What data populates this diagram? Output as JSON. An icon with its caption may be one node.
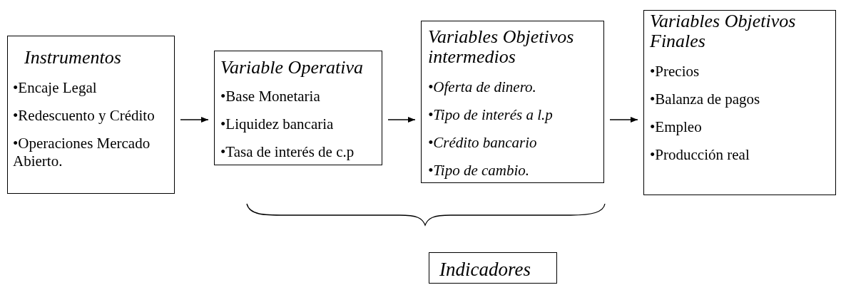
{
  "diagram": {
    "nodes": [
      {
        "text": [
          "Instrumentos",
          "•Encaje Legal",
          "•Redescuento y Crédito",
          "•Operaciones Mercado Abierto."
        ]
      },
      {
        "text": [
          "Variable Operativa",
          "•Base Monetaria",
          "•Liquidez bancaria",
          "•Tasa de interés de c.p"
        ]
      },
      {
        "text": [
          "Variables Objetivos intermedios",
          "•Oferta de dinero.",
          "•Tipo de interés a l.p",
          "•Crédito bancario",
          "•Tipo de cambio."
        ]
      },
      {
        "text": [
          "Variables Objetivos Finales",
          "•Precios",
          "•Balanza de pagos",
          "•Empleo",
          "•Producción real"
        ]
      },
      {
        "text": [
          "Indicadores"
        ]
      }
    ],
    "edges": [
      {
        "from": 0,
        "to": 1,
        "arrow": "to"
      },
      {
        "from": 1,
        "to": 2,
        "arrow": "to"
      },
      {
        "from": 2,
        "to": 3,
        "arrow": "to"
      }
    ]
  }
}
